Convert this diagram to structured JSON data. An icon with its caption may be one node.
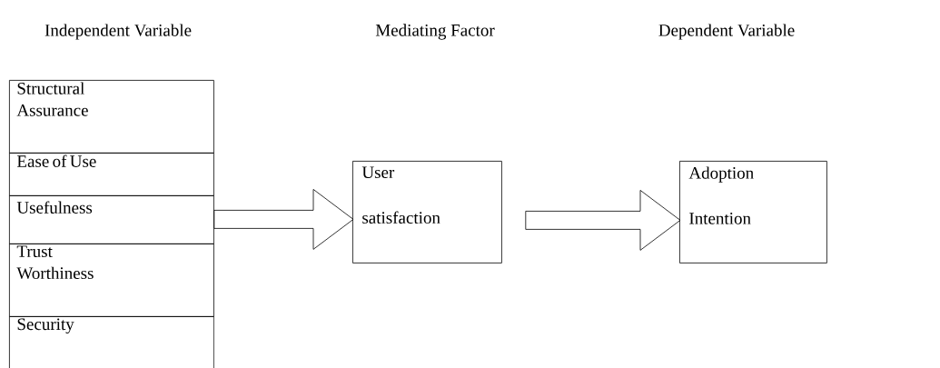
{
  "diagram": {
    "nodes": [
      {
        "text": [
          "Structural Assurance"
        ]
      },
      {
        "text": [
          "Ease of Use"
        ]
      },
      {
        "text": [
          "Usefulness"
        ]
      },
      {
        "text": [
          "Trust Worthiness"
        ]
      },
      {
        "text": [
          "Security"
        ]
      },
      {
        "text": [
          "User satisfaction"
        ]
      },
      {
        "text": [
          "Adoption Intention"
        ]
      }
    ],
    "edges": [
      {
        "from": 2,
        "to": 5,
        "arrow": "to"
      },
      {
        "from": 5,
        "to": 6,
        "arrow": "to"
      }
    ],
    "labels": [
      "Independent Variable",
      "Mediating Factor",
      "Dependent Variable"
    ]
  }
}
